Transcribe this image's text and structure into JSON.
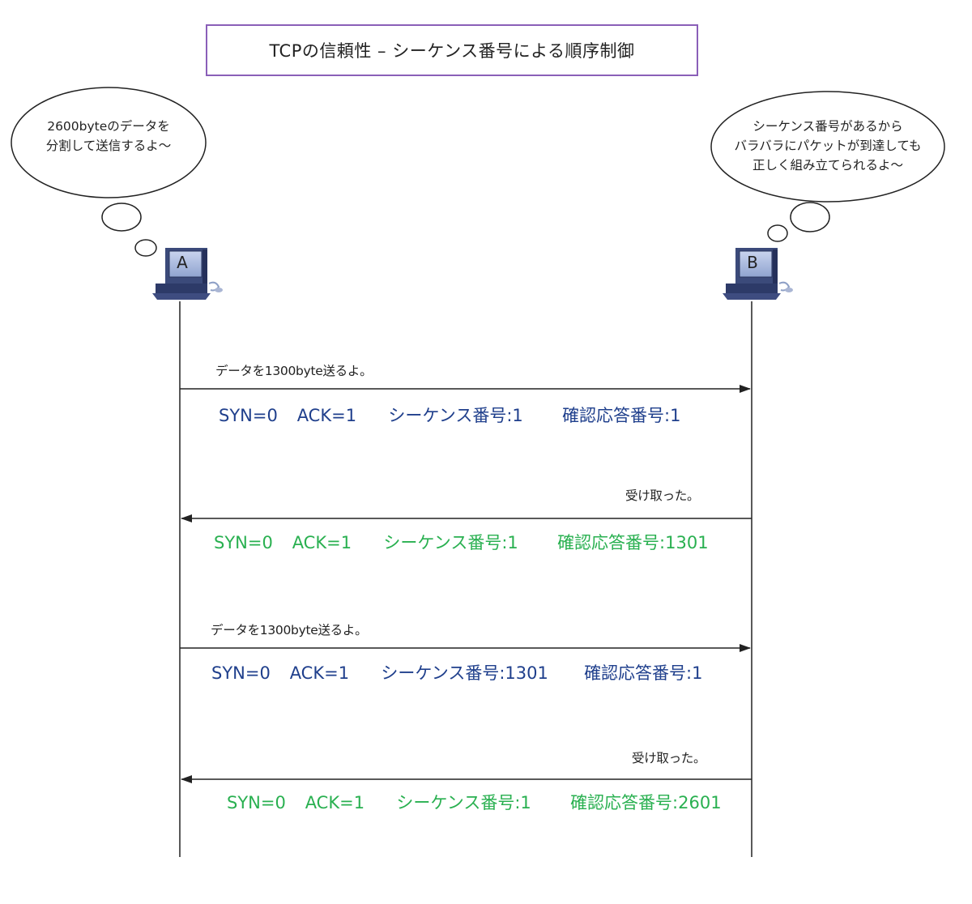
{
  "title": "TCPの信頼性 – シーケンス番号による順序制御",
  "bubbles": {
    "a": [
      "2600byteのデータを",
      "分割して送信するよ～"
    ],
    "b": [
      "シーケンス番号があるから",
      "バラバラにパケットが到達しても",
      "正しく組み立てられるよ～"
    ]
  },
  "hosts": {
    "a": "A",
    "b": "B"
  },
  "messages": [
    {
      "label": "データを1300byte送るよ。",
      "direction": "A→B",
      "packet": {
        "syn": "SYN=0",
        "ack": "ACK=1",
        "seq": "シーケンス番号:1",
        "ackno": "確認応答番号:1"
      }
    },
    {
      "label": "受け取った。",
      "direction": "B→A",
      "packet": {
        "syn": "SYN=0",
        "ack": "ACK=1",
        "seq": "シーケンス番号:1",
        "ackno": "確認応答番号:1301"
      }
    },
    {
      "label": "データを1300byte送るよ。",
      "direction": "A→B",
      "packet": {
        "syn": "SYN=0",
        "ack": "ACK=1",
        "seq": "シーケンス番号:1301",
        "ackno": "確認応答番号:1"
      }
    },
    {
      "label": "受け取った。",
      "direction": "B→A",
      "packet": {
        "syn": "SYN=0",
        "ack": "ACK=1",
        "seq": "シーケンス番号:1",
        "ackno": "確認応答番号:2601"
      }
    }
  ],
  "colors": {
    "request": "#1f3f8c",
    "response": "#29b050",
    "title_border": "#8a5fb8",
    "line": "#222222"
  },
  "icons": {
    "host": "computer-icon"
  }
}
